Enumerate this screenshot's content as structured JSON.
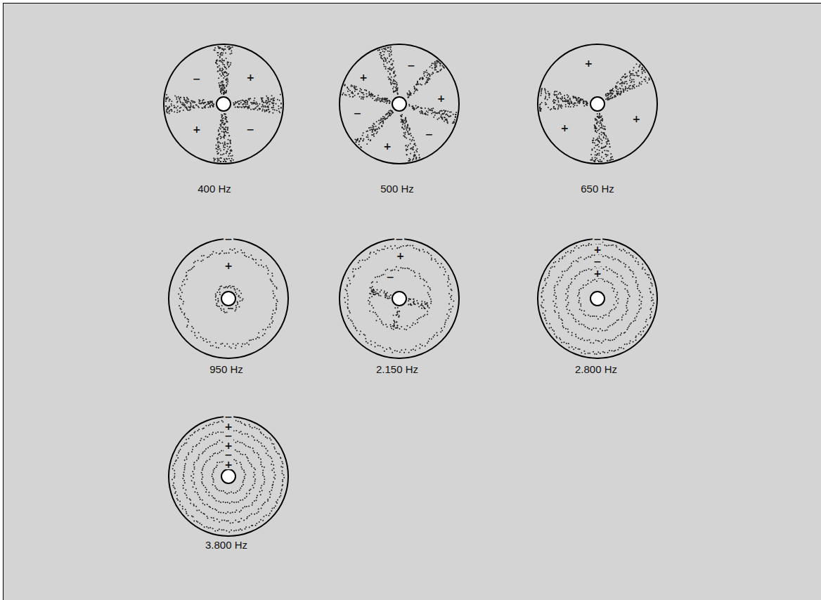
{
  "diagram": {
    "labels": [
      "−",
      "+",
      "+",
      "−",
      "400 Hz",
      "+",
      "−",
      "+",
      "−",
      "−",
      "+",
      "500 Hz",
      "+",
      "+",
      "+",
      "650 Hz",
      "−",
      "+",
      "950 Hz",
      "−",
      "+",
      "−",
      "2.150 Hz",
      "−",
      "+",
      "−",
      "+",
      "2.800 Hz",
      "−",
      "+",
      "−",
      "+",
      "−",
      "+",
      "3.800 Hz"
    ]
  }
}
